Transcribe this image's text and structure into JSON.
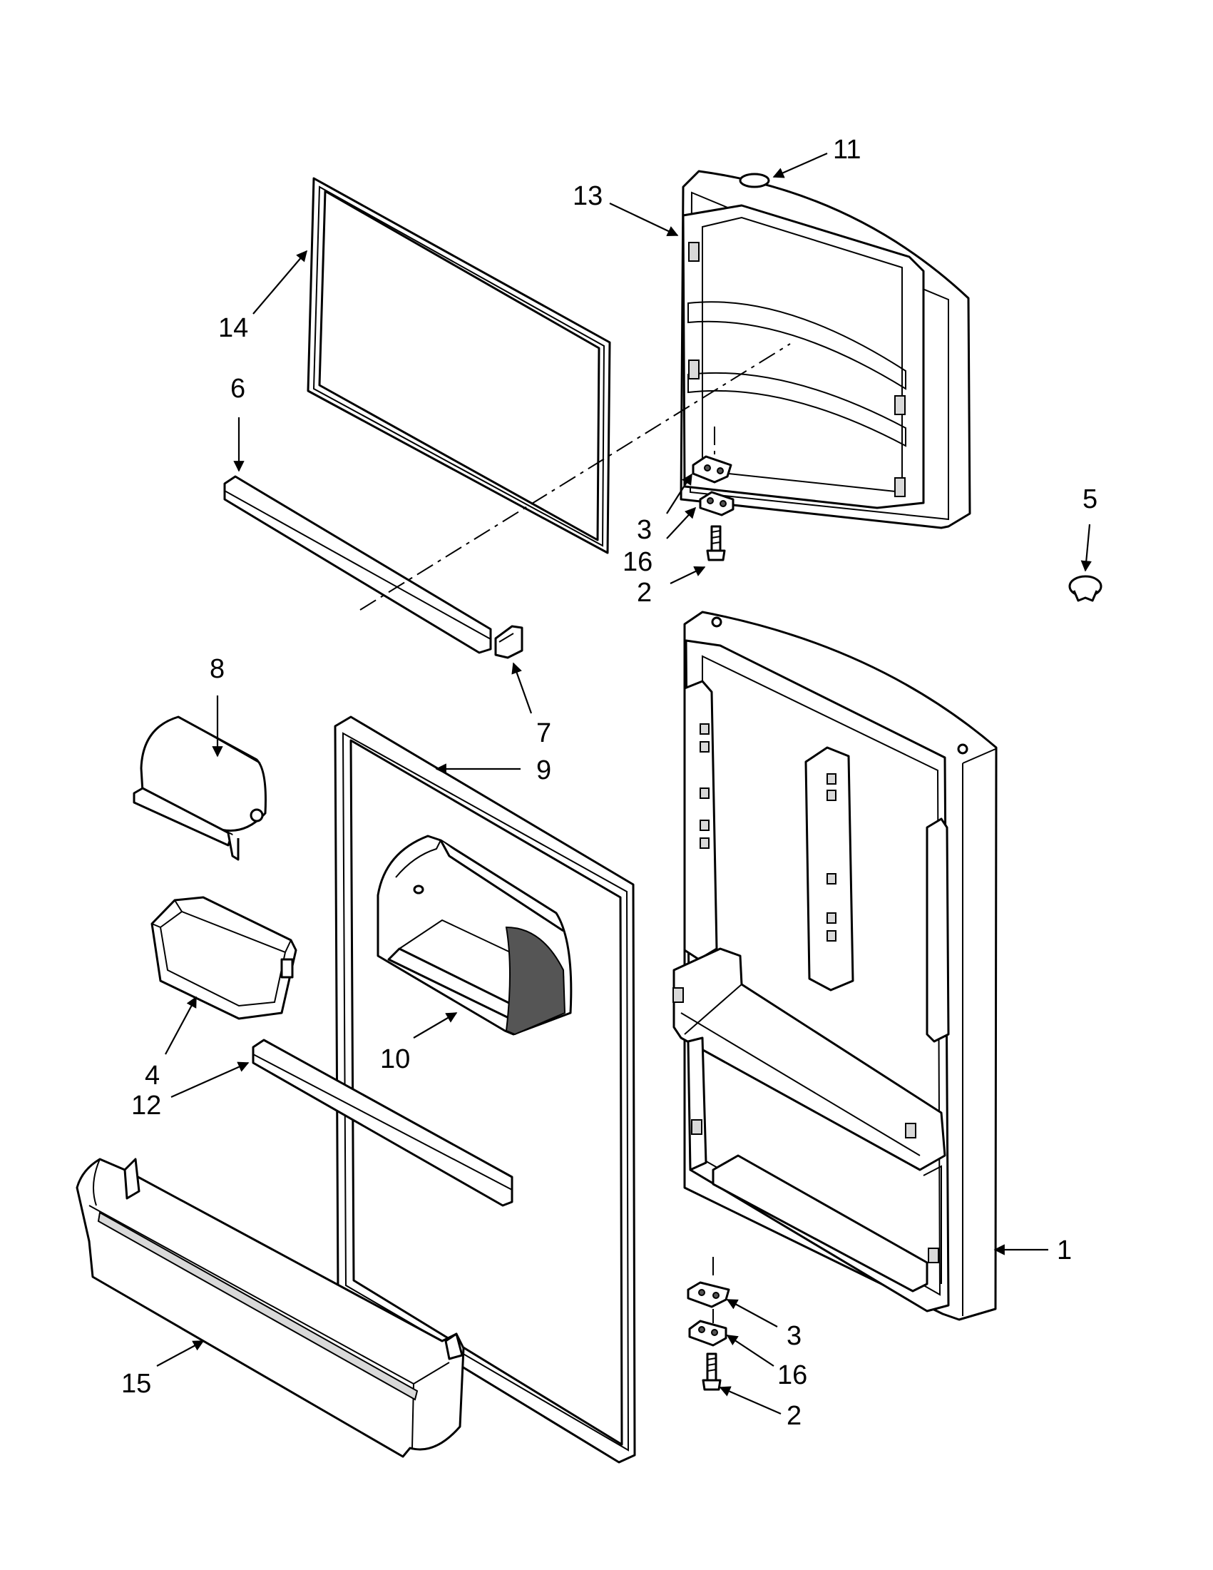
{
  "callouts": [
    {
      "id": "1",
      "label": "1"
    },
    {
      "id": "2a",
      "label": "2"
    },
    {
      "id": "2b",
      "label": "2"
    },
    {
      "id": "3a",
      "label": "3"
    },
    {
      "id": "3b",
      "label": "3"
    },
    {
      "id": "4",
      "label": "4"
    },
    {
      "id": "5",
      "label": "5"
    },
    {
      "id": "6",
      "label": "6"
    },
    {
      "id": "7",
      "label": "7"
    },
    {
      "id": "8",
      "label": "8"
    },
    {
      "id": "9",
      "label": "9"
    },
    {
      "id": "10",
      "label": "10"
    },
    {
      "id": "11",
      "label": "11"
    },
    {
      "id": "12",
      "label": "12"
    },
    {
      "id": "13",
      "label": "13"
    },
    {
      "id": "14",
      "label": "14"
    },
    {
      "id": "15",
      "label": "15"
    },
    {
      "id": "16a",
      "label": "16"
    },
    {
      "id": "16b",
      "label": "16"
    }
  ],
  "colors": {
    "line": "#000000",
    "background": "#ffffff",
    "shade": "#d9d9d9"
  }
}
